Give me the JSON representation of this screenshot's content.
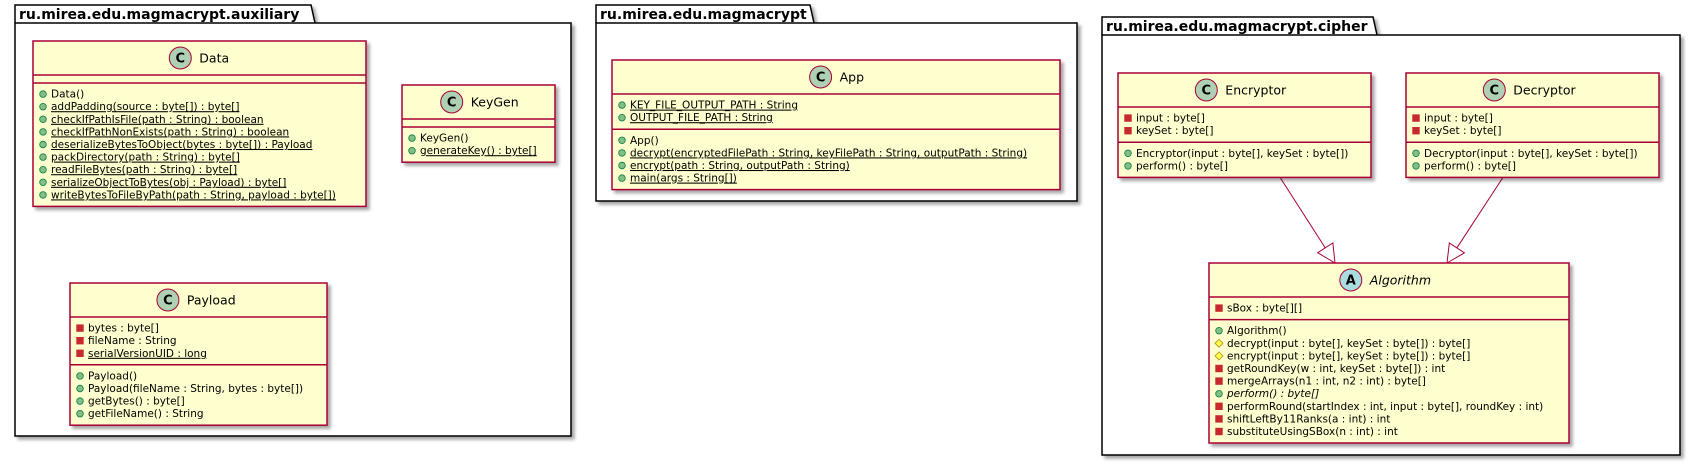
{
  "colors": {
    "class_fill": "#FEFECE",
    "class_border": "#A80036",
    "circle_fill": "#ADD1B2",
    "abstract_circle_fill": "#A9DCDF",
    "public": "#84BE84",
    "protected": "#FFFF44",
    "private": "#C82930",
    "edge": "#A80036"
  },
  "packages": [
    {
      "name": "ru.mirea.edu.magmacrypt.auxiliary",
      "classes": [
        {
          "name": "Data",
          "stereotype": "C",
          "abstract": false,
          "fields": [],
          "methods": [
            {
              "vis": "public",
              "text": "Data()",
              "static": false
            },
            {
              "vis": "public",
              "text": "addPadding(source : byte[]) : byte[]",
              "static": true
            },
            {
              "vis": "public",
              "text": "checkIfPathIsFile(path : String) : boolean",
              "static": true
            },
            {
              "vis": "public",
              "text": "checkIfPathNonExists(path : String) : boolean",
              "static": true
            },
            {
              "vis": "public",
              "text": "deserializeBytesToObject(bytes : byte[]) : Payload",
              "static": true
            },
            {
              "vis": "public",
              "text": "packDirectory(path : String) : byte[]",
              "static": true
            },
            {
              "vis": "public",
              "text": "readFileBytes(path : String) : byte[]",
              "static": true
            },
            {
              "vis": "public",
              "text": "serializeObjectToBytes(obj : Payload) : byte[]",
              "static": true
            },
            {
              "vis": "public",
              "text": "writeBytesToFileByPath(path : String, payload : byte[])",
              "static": true
            }
          ]
        },
        {
          "name": "KeyGen",
          "stereotype": "C",
          "abstract": false,
          "fields": [],
          "methods": [
            {
              "vis": "public",
              "text": "KeyGen()",
              "static": false
            },
            {
              "vis": "public",
              "text": "generateKey() : byte[]",
              "static": true
            }
          ]
        },
        {
          "name": "Payload",
          "stereotype": "C",
          "abstract": false,
          "fields": [
            {
              "vis": "private",
              "text": "bytes : byte[]",
              "static": false
            },
            {
              "vis": "private",
              "text": "fileName : String",
              "static": false
            },
            {
              "vis": "private",
              "text": "serialVersionUID : long",
              "static": true
            }
          ],
          "methods": [
            {
              "vis": "public",
              "text": "Payload()",
              "static": false
            },
            {
              "vis": "public",
              "text": "Payload(fileName : String, bytes : byte[])",
              "static": false
            },
            {
              "vis": "public",
              "text": "getBytes() : byte[]",
              "static": false
            },
            {
              "vis": "public",
              "text": "getFileName() : String",
              "static": false
            }
          ]
        }
      ]
    },
    {
      "name": "ru.mirea.edu.magmacrypt",
      "classes": [
        {
          "name": "App",
          "stereotype": "C",
          "abstract": false,
          "fields": [
            {
              "vis": "public",
              "text": "KEY_FILE_OUTPUT_PATH : String",
              "static": true
            },
            {
              "vis": "public",
              "text": "OUTPUT_FILE_PATH : String",
              "static": true
            }
          ],
          "methods": [
            {
              "vis": "public",
              "text": "App()",
              "static": false
            },
            {
              "vis": "public",
              "text": "decrypt(encryptedFilePath : String, keyFilePath : String, outputPath : String)",
              "static": true
            },
            {
              "vis": "public",
              "text": "encrypt(path : String, outputPath : String)",
              "static": true
            },
            {
              "vis": "public",
              "text": "main(args : String[])",
              "static": true
            }
          ]
        }
      ]
    },
    {
      "name": "ru.mirea.edu.magmacrypt.cipher",
      "classes": [
        {
          "name": "Encryptor",
          "stereotype": "C",
          "abstract": false,
          "fields": [
            {
              "vis": "private",
              "text": "input : byte[]",
              "static": false
            },
            {
              "vis": "private",
              "text": "keySet : byte[]",
              "static": false
            }
          ],
          "methods": [
            {
              "vis": "public",
              "text": "Encryptor(input : byte[], keySet : byte[])",
              "static": false
            },
            {
              "vis": "public",
              "text": "perform() : byte[]",
              "static": false
            }
          ]
        },
        {
          "name": "Decryptor",
          "stereotype": "C",
          "abstract": false,
          "fields": [
            {
              "vis": "private",
              "text": "input : byte[]",
              "static": false
            },
            {
              "vis": "private",
              "text": "keySet : byte[]",
              "static": false
            }
          ],
          "methods": [
            {
              "vis": "public",
              "text": "Decryptor(input : byte[], keySet : byte[])",
              "static": false
            },
            {
              "vis": "public",
              "text": "perform() : byte[]",
              "static": false
            }
          ]
        },
        {
          "name": "Algorithm",
          "stereotype": "A",
          "abstract": true,
          "fields": [
            {
              "vis": "private",
              "text": "sBox : byte[][]",
              "static": false
            }
          ],
          "methods": [
            {
              "vis": "public",
              "text": "Algorithm()",
              "static": false
            },
            {
              "vis": "protected",
              "text": "decrypt(input : byte[], keySet : byte[]) : byte[]",
              "static": false
            },
            {
              "vis": "protected",
              "text": "encrypt(input : byte[], keySet : byte[]) : byte[]",
              "static": false
            },
            {
              "vis": "private",
              "text": "getRoundKey(w : int, keySet : byte[]) : int",
              "static": false
            },
            {
              "vis": "private",
              "text": "mergeArrays(n1 : int, n2 : int) : byte[]",
              "static": false
            },
            {
              "vis": "public",
              "text": "perform() : byte[]",
              "static": false,
              "abstract": true
            },
            {
              "vis": "private",
              "text": "performRound(startIndex : int, input : byte[], roundKey : int)",
              "static": false
            },
            {
              "vis": "private",
              "text": "shiftLeftBy11Ranks(a : int) : int",
              "static": false
            },
            {
              "vis": "private",
              "text": "substituteUsingSBox(n : int) : int",
              "static": false
            }
          ]
        }
      ]
    }
  ],
  "relations": [
    {
      "from": "Encryptor",
      "to": "Algorithm",
      "type": "extends"
    },
    {
      "from": "Decryptor",
      "to": "Algorithm",
      "type": "extends"
    }
  ]
}
